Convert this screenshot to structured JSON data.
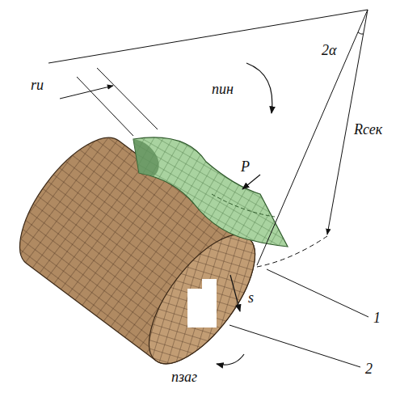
{
  "diagram": {
    "labels": [
      "rи",
      "nин",
      "2α",
      "Rсек",
      "P",
      "s",
      "1",
      "2",
      "nзаг"
    ]
  }
}
